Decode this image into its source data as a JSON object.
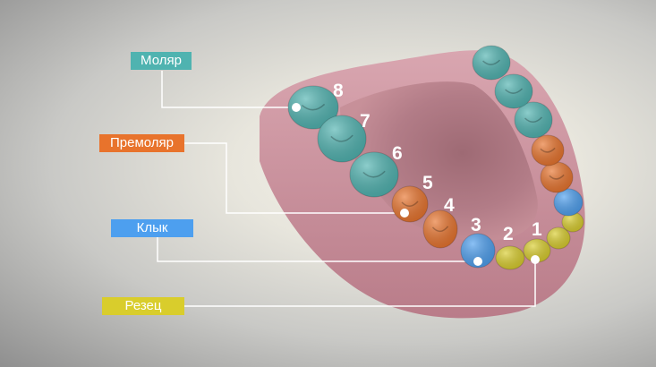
{
  "colors": {
    "molar": "#4fb3b0",
    "premolar": "#e8732c",
    "canine": "#4d9fef",
    "incisor": "#d9cd2c",
    "gum": "#c98d9a",
    "palate": "#b67d87"
  },
  "labels": {
    "molar": "Моляр",
    "premolar": "Премоляр",
    "canine": "Клык",
    "incisor": "Резец"
  },
  "tooth_numbers": [
    "1",
    "2",
    "3",
    "4",
    "5",
    "6",
    "7",
    "8"
  ]
}
